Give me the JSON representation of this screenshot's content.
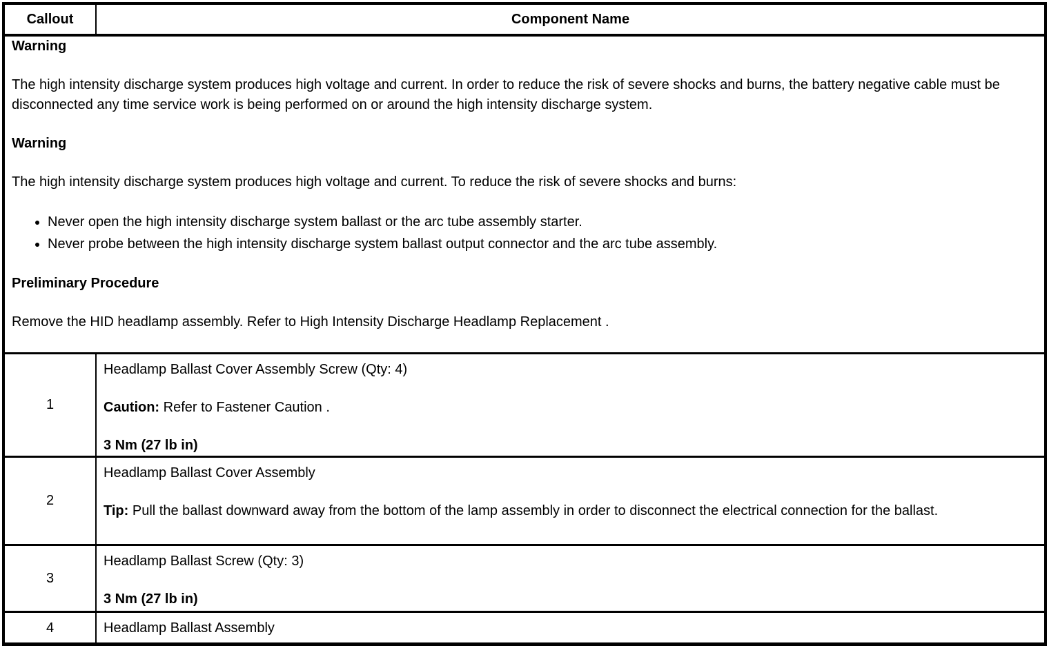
{
  "colors": {
    "border": "#000000",
    "background": "#ffffff",
    "text": "#000000"
  },
  "header": {
    "callout": "Callout",
    "component": "Component Name"
  },
  "preamble": {
    "sections": [
      {
        "type": "heading",
        "text": "Warning"
      },
      {
        "type": "paragraph",
        "text": "The high intensity discharge system produces high voltage and current. In order to reduce the risk of severe shocks and burns, the battery negative cable must be disconnected any time service work is being performed on or around the high intensity discharge system."
      },
      {
        "type": "heading",
        "text": "Warning"
      },
      {
        "type": "paragraph",
        "text": "The high intensity discharge system produces high voltage and current. To reduce the risk of severe shocks and burns:"
      },
      {
        "type": "bullets",
        "items": [
          "Never open the high intensity discharge system ballast or the arc tube assembly starter.",
          "Never probe between the high intensity discharge system ballast output connector and the arc tube assembly."
        ]
      },
      {
        "type": "heading",
        "text": "Preliminary Procedure"
      },
      {
        "type": "paragraph",
        "text": "Remove the HID headlamp assembly. Refer to High Intensity Discharge Headlamp Replacement ."
      }
    ]
  },
  "rows": [
    {
      "callout": "1",
      "lines": [
        {
          "segments": [
            {
              "text": "Headlamp Ballast Cover Assembly Screw (Qty: 4)",
              "bold": false
            }
          ]
        },
        {
          "segments": [
            {
              "text": "Caution:",
              "bold": true
            },
            {
              "text": " Refer to Fastener Caution .",
              "bold": false
            }
          ]
        },
        {
          "segments": [
            {
              "text": "3 Nm (27 lb in)",
              "bold": true
            }
          ]
        }
      ]
    },
    {
      "callout": "2",
      "lines": [
        {
          "segments": [
            {
              "text": "Headlamp Ballast Cover Assembly",
              "bold": false
            }
          ]
        },
        {
          "segments": [
            {
              "text": "Tip:",
              "bold": true
            },
            {
              "text": " Pull the ballast downward away from the bottom of the lamp assembly in order to disconnect the electrical connection for the ballast.",
              "bold": false
            }
          ]
        }
      ]
    },
    {
      "callout": "3",
      "lines": [
        {
          "segments": [
            {
              "text": "Headlamp Ballast Screw (Qty: 3)",
              "bold": false
            }
          ]
        },
        {
          "segments": [
            {
              "text": "3 Nm (27 lb in)",
              "bold": true
            }
          ]
        }
      ]
    },
    {
      "callout": "4",
      "lines": [
        {
          "segments": [
            {
              "text": "Headlamp Ballast Assembly",
              "bold": false
            }
          ]
        }
      ]
    }
  ]
}
